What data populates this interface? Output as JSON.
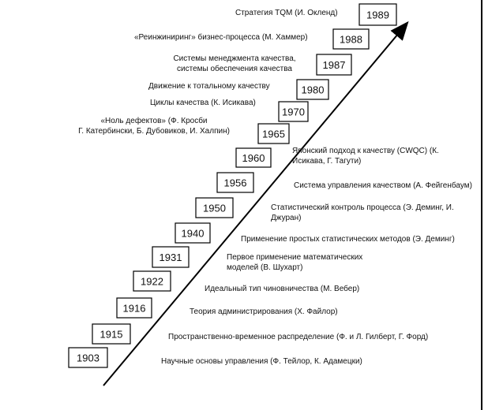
{
  "milestones": [
    {
      "year": "1903",
      "text": "Научные основы управления (Ф. Тейлор, К. Адамецки)"
    },
    {
      "year": "1915",
      "text": "Пространственно-временное распределение (Ф. и Л. Гилберт, Г. Форд)"
    },
    {
      "year": "1916",
      "text": "Теория администрирования (Х. Файлор)"
    },
    {
      "year": "1922",
      "text": "Идеальный тип чиновничества (М. Вебер)"
    },
    {
      "year": "1931",
      "text": "Первое применение математических моделей (В. Шухарт)"
    },
    {
      "year": "1940",
      "text": "Применение простых статистических методов (Э. Деминг)"
    },
    {
      "year": "1950",
      "text": "Статистический контроль процесса (Э. Деминг, И. Джуран)"
    },
    {
      "year": "1956",
      "text": "Система управления качеством (А. Фейгенбаум)"
    },
    {
      "year": "1960",
      "text": "Японский подход к качеству (CWQC) (К. Исикава, Г. Тагути)"
    },
    {
      "year": "1965",
      "text": "«Ноль дефектов» (Ф. Кросби Г. Катербински, Б. Дубовиков, И. Халпин)"
    },
    {
      "year": "1970",
      "text": "Циклы качества (К. Исикава)"
    },
    {
      "year": "1980",
      "text": "Движение к тотальному качеству"
    },
    {
      "year": "1987",
      "text": "Системы менеджмента качества, системы обеспечения качества"
    },
    {
      "year": "1988",
      "text": "«Реинжиниринг» бизнес-процесса (М. Хаммер)"
    },
    {
      "year": "1989",
      "text": "Стратегия TQM (И. Окленд)"
    }
  ],
  "label_lines": [
    [
      "Научные основы управления (Ф. Тейлор, К. Адамецки)"
    ],
    [
      "Пространственно-временное распределение (Ф. и Л. Гилберт, Г. Форд)"
    ],
    [
      "Теория администрирования (Х. Файлор)"
    ],
    [
      "Идеальный тип чиновничества (М. Вебер)"
    ],
    [
      "Первое применение математических",
      "моделей (В. Шухарт)"
    ],
    [
      "Применение простых статистических методов (Э. Деминг)"
    ],
    [
      "Статистический контроль процесса (Э. Деминг, И.",
      "Джуран)"
    ],
    [
      "Система управления качеством (А. Фейгенбаум)"
    ],
    [
      "Японский подход к качеству (CWQC) (К.",
      "Исикава, Г. Тагути)"
    ],
    [
      "«Ноль дефектов» (Ф. Кросби",
      "Г. Катербински, Б. Дубовиков, И. Халпин)"
    ],
    [
      "Циклы качества (К. Исикава)"
    ],
    [
      "Движение к тотальному качеству"
    ],
    [
      "Системы менеджмента качества,",
      "системы обеспечения качества"
    ],
    [
      "«Реинжиниринг» бизнес-процесса (М. Хаммер)"
    ],
    [
      "Стратегия TQM (И. Окленд)"
    ]
  ]
}
